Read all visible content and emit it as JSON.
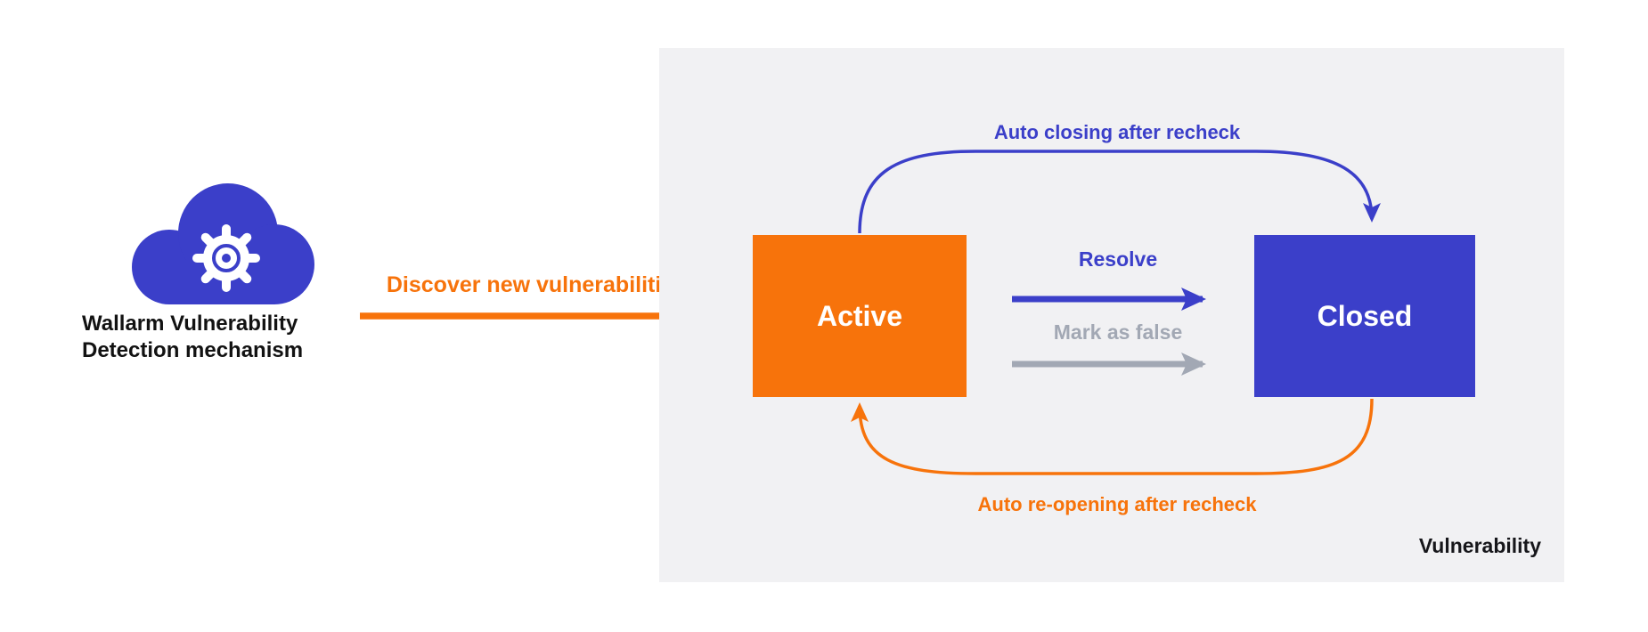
{
  "colors": {
    "orange": "#F7730B",
    "blue": "#3B3FC9",
    "gray_arrow": "#A2A8B4",
    "panel_bg": "#F1F1F3",
    "text_dark": "#121212"
  },
  "source": {
    "icon": "cloud-gear-icon",
    "label_line1": "Wallarm Vulnerability",
    "label_line2": "Detection mechanism"
  },
  "discover_arrow": {
    "label": "Discover new vulnerabilities"
  },
  "panel": {
    "title": "Vulnerability",
    "states": {
      "active": "Active",
      "closed": "Closed"
    },
    "transitions": {
      "auto_close": "Auto closing after recheck",
      "resolve": "Resolve",
      "mark_false": "Mark as false",
      "auto_reopen": "Auto re-opening after recheck"
    }
  }
}
